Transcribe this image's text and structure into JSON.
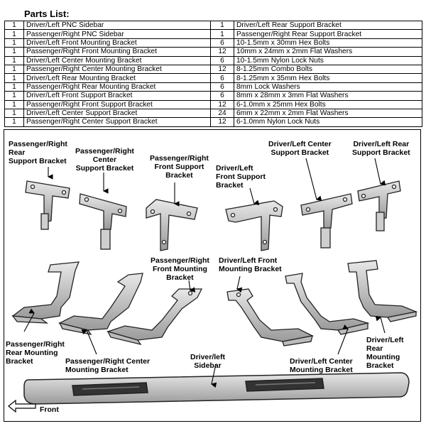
{
  "title": "Parts List:",
  "parts_left": [
    {
      "qty": "1",
      "desc": "Driver/Left PNC Sidebar"
    },
    {
      "qty": "1",
      "desc": "Passenger/Right PNC Sidebar"
    },
    {
      "qty": "1",
      "desc": "Driver/Left Front Mounting Bracket"
    },
    {
      "qty": "1",
      "desc": "Passenger/Right Front Mounting Bracket"
    },
    {
      "qty": "1",
      "desc": "Driver/Left Center Mounting Bracket"
    },
    {
      "qty": "1",
      "desc": "Passenger/Right Center Mounting Bracket"
    },
    {
      "qty": "1",
      "desc": "Driver/Left Rear Mounting Bracket"
    },
    {
      "qty": "1",
      "desc": "Passenger/Right Rear Mounting Bracket"
    },
    {
      "qty": "1",
      "desc": "Driver/Left Front Support Bracket"
    },
    {
      "qty": "1",
      "desc": "Passenger/Right Front Support Bracket"
    },
    {
      "qty": "1",
      "desc": "Driver/Left Center Support Bracket"
    },
    {
      "qty": "1",
      "desc": "Passenger/Right Center Support Bracket"
    }
  ],
  "parts_right": [
    {
      "qty": "1",
      "desc": "Driver/Left Rear Support Bracket"
    },
    {
      "qty": "1",
      "desc": "Passenger/Right Rear Support Bracket"
    },
    {
      "qty": "6",
      "desc": "10-1.5mm x 30mm Hex Bolts"
    },
    {
      "qty": "12",
      "desc": "10mm x 24mm x 2mm Flat Washers"
    },
    {
      "qty": "6",
      "desc": "10-1.5mm Nylon Lock Nuts"
    },
    {
      "qty": "12",
      "desc": "8-1.25mm Combo Bolts"
    },
    {
      "qty": "6",
      "desc": "8-1.25mm x 35mm Hex Bolts"
    },
    {
      "qty": "6",
      "desc": "8mm Lock Washers"
    },
    {
      "qty": "6",
      "desc": "8mm x 28mm x 3mm Flat Washers"
    },
    {
      "qty": "12",
      "desc": "6-1.0mm x 25mm Hex Bolts"
    },
    {
      "qty": "24",
      "desc": "6mm x 22mm x 2mm Flat Washers"
    },
    {
      "qty": "12",
      "desc": "6-1.0mm Nylon Lock Nuts"
    }
  ],
  "labels": {
    "pr_rear_support": "Passenger/Right\nRear\nSupport Bracket",
    "pr_center_support": "Passenger/Right\nCenter\nSupport Bracket",
    "pr_front_support": "Passenger/Right\nFront Support\nBracket",
    "dl_front_support": "Driver/Left\nFront Support\nBracket",
    "dl_center_support": "Driver/Left Center\nSupport Bracket",
    "dl_rear_support": "Driver/Left Rear\nSupport Bracket",
    "pr_front_mounting": "Passenger/Right\nFront Mounting\nBracket",
    "dl_front_mounting": "Driver/Left Front\nMounting Bracket",
    "pr_rear_mounting": "Passenger/Right\nRear Mounting\nBracket",
    "pr_center_mounting": "Passenger/Right Center\nMounting Bracket",
    "dl_sidebar": "Driver/left\nSidebar",
    "dl_center_mounting": "Driver/Left Center\nMounting Bracket",
    "dl_rear_mounting": "Driver/Left\nRear\nMounting\nBracket",
    "front": "Front"
  }
}
